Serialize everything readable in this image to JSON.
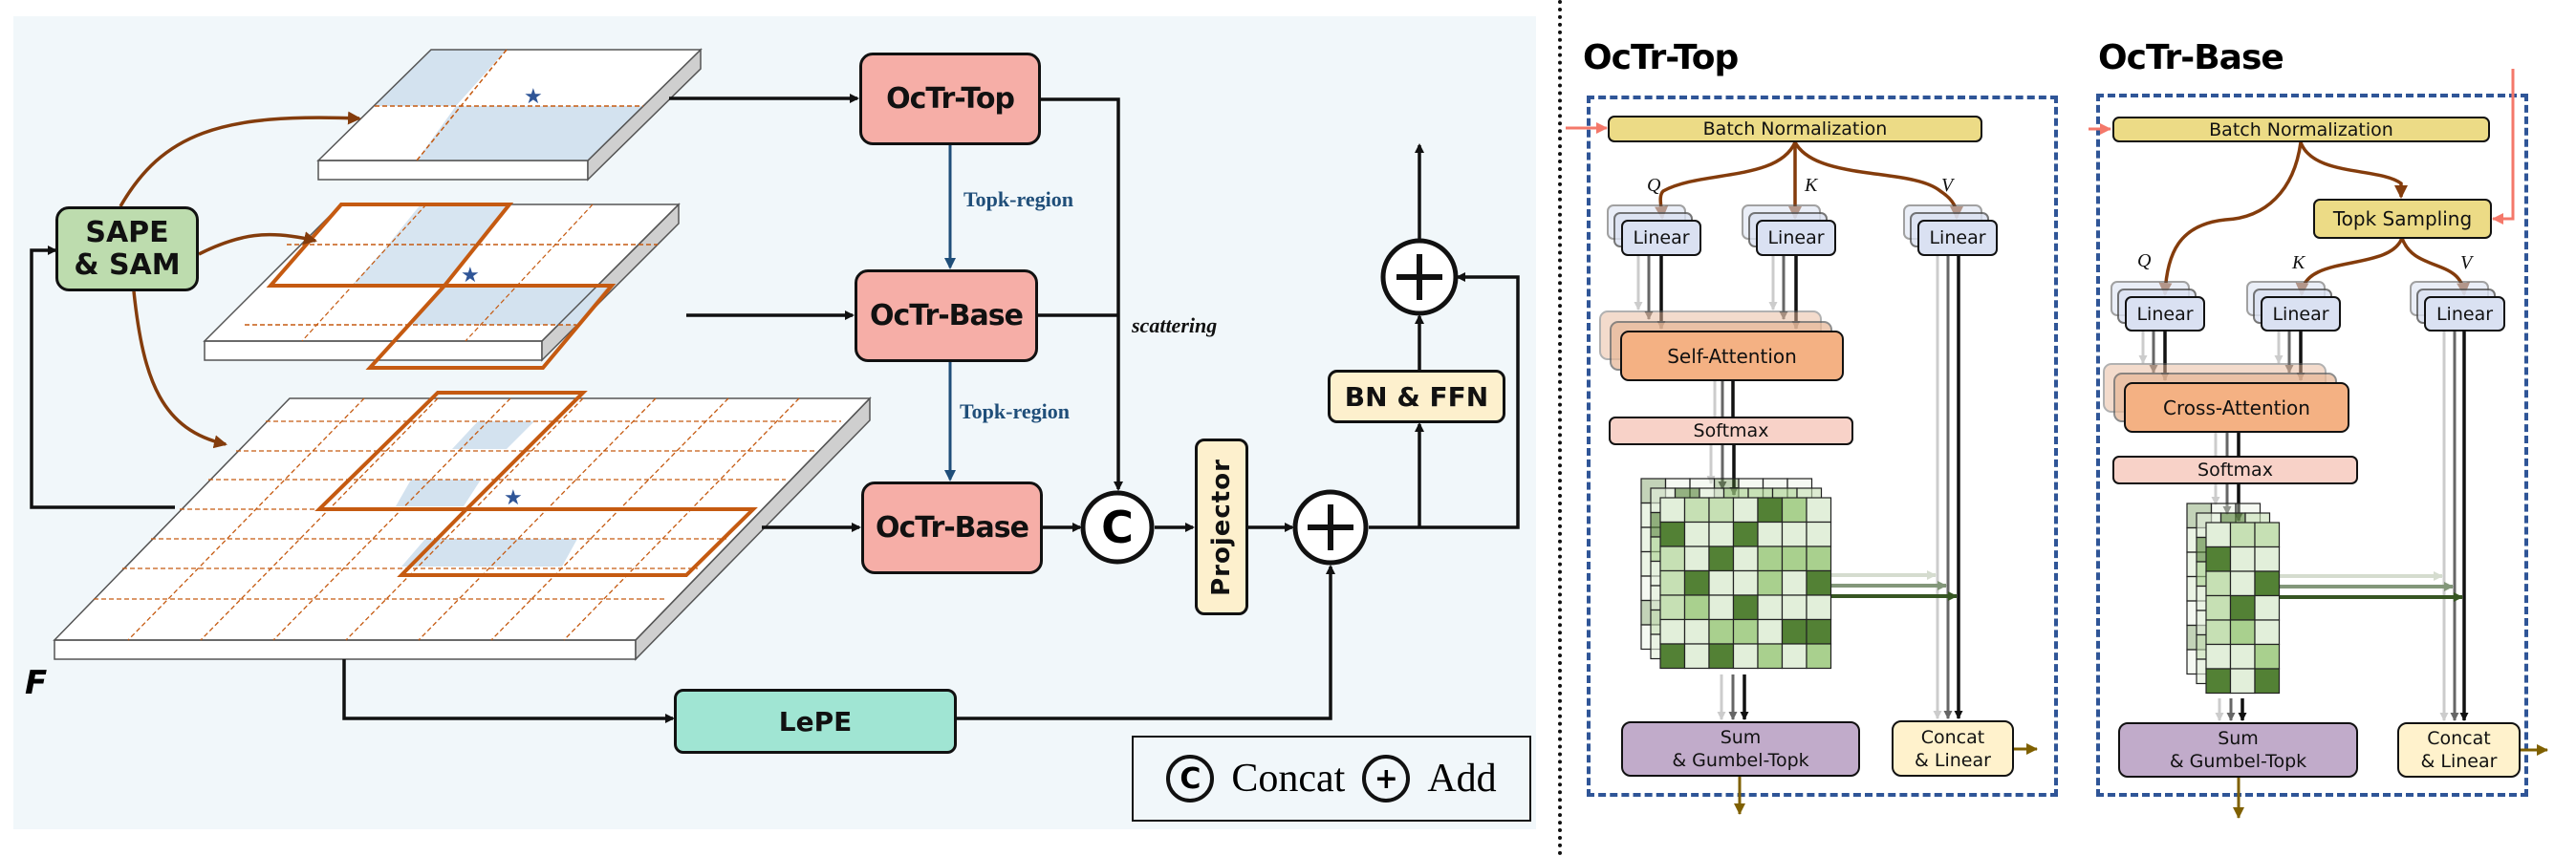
{
  "left_panel": {
    "sape": "SAPE\n& SAM",
    "sape_line1": "SAPE",
    "sape_line2": "& SAM",
    "octr_top": "OcTr-Top",
    "octr_base_mid": "OcTr-Base",
    "octr_base_bottom": "OcTr-Base",
    "topk_region_1": "Topk-region",
    "topk_region_2": "Topk-region",
    "scattering": "scattering",
    "concat_symbol": "C",
    "add_symbol": "+",
    "projector": "Projector",
    "bn_ffn": "BN & FFN",
    "lepe": "LePE",
    "feature_label": "F",
    "legend": {
      "concat_symbol": "C",
      "concat_label": "Concat",
      "add_symbol": "+",
      "add_label": "Add"
    }
  },
  "octr_top_detail": {
    "title": "OcTr-Top",
    "batch_norm": "Batch Normalization",
    "q": "Q",
    "k": "K",
    "v": "V",
    "linear": "Linear",
    "attention": "Self-Attention",
    "softmax": "Softmax",
    "sum_line1": "Sum",
    "sum_line2": "& Gumbel-Topk",
    "concat_line1": "Concat",
    "concat_line2": "& Linear",
    "matrix_shades": [
      [
        0,
        1,
        1,
        0,
        3,
        2,
        0
      ],
      [
        3,
        0,
        0,
        3,
        0,
        0,
        0
      ],
      [
        1,
        0,
        3,
        0,
        2,
        2,
        2
      ],
      [
        1,
        3,
        0,
        0,
        2,
        0,
        3
      ],
      [
        1,
        2,
        0,
        3,
        0,
        0,
        0
      ],
      [
        0,
        0,
        2,
        2,
        0,
        3,
        3
      ],
      [
        3,
        0,
        3,
        0,
        2,
        0,
        2
      ]
    ]
  },
  "octr_base_detail": {
    "title": "OcTr-Base",
    "batch_norm": "Batch Normalization",
    "topk_sampling": "Topk Sampling",
    "q": "Q",
    "k": "K",
    "v": "V",
    "linear": "Linear",
    "attention": "Cross-Attention",
    "softmax": "Softmax",
    "sum_line1": "Sum",
    "sum_line2": "& Gumbel-Topk",
    "concat_line1": "Concat",
    "concat_line2": "& Linear",
    "matrix_shades": [
      [
        0,
        1,
        1
      ],
      [
        3,
        0,
        0
      ],
      [
        1,
        0,
        3
      ],
      [
        1,
        3,
        0
      ],
      [
        1,
        2,
        0
      ],
      [
        0,
        0,
        2
      ],
      [
        3,
        0,
        3
      ]
    ]
  },
  "colors": {
    "panel_bg": "#f1f7fa",
    "octr_fill": "#f6aea7",
    "sape_fill": "#bddcae",
    "lepe_fill": "#a0e5d3",
    "cream_fill": "#fdf0cd",
    "brown_arrow": "#843c0c",
    "blue_arrow": "#1f4e79",
    "orange_grid": "#c55a11",
    "dashed_blue": "#2f5597",
    "salmon_arrow": "#f4786a",
    "olive_arrow": "#7f6000",
    "matrix_shades": [
      "#e2efda",
      "#c6e0b4",
      "#a9d08e",
      "#538135"
    ]
  }
}
